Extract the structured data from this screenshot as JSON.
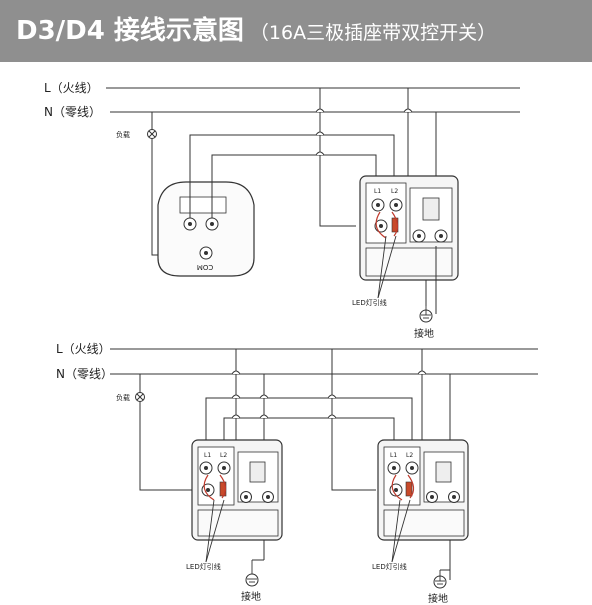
{
  "header": {
    "title_main": "D3/D4 接线示意图",
    "title_sub": "（16A三极插座带双控开关）",
    "background": "#8f8f8f",
    "text_color": "#ffffff"
  },
  "lines": {
    "live": "L（火线）",
    "neutral": "N（零线）"
  },
  "labels": {
    "load": "负载",
    "led_lead": "LED灯引线",
    "ground": "接地",
    "com": "COM",
    "terminal_l1": "L1",
    "terminal_l2": "L2"
  },
  "icons": {
    "load": "lamp-cross-circle-icon",
    "ground": "ground-symbol-icon"
  }
}
